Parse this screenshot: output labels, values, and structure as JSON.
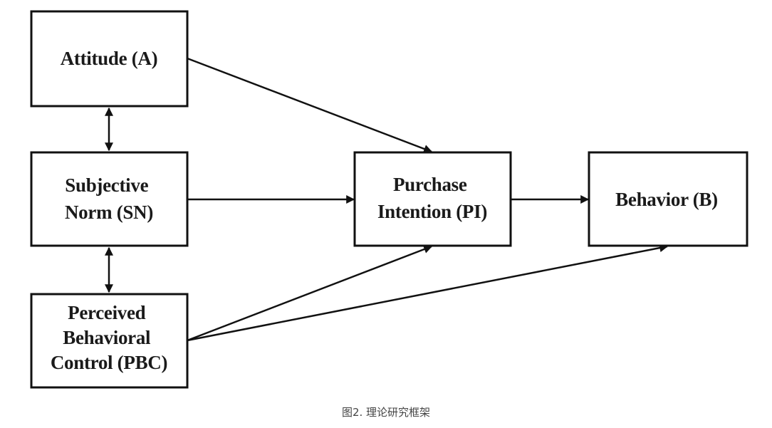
{
  "figure": {
    "caption": "图2. 理论研究框架",
    "line_color": "#111111",
    "background": "#ffffff"
  },
  "nodes": {
    "attitude": {
      "lines": [
        "Attitude (A)"
      ]
    },
    "subjective_norm": {
      "lines": [
        "Subjective",
        "Norm (SN)"
      ]
    },
    "pbc": {
      "lines": [
        "Perceived",
        "Behavioral",
        "Control (PBC)"
      ]
    },
    "purchase_intention": {
      "lines": [
        "Purchase",
        "Intention (PI)"
      ]
    },
    "behavior": {
      "lines": [
        "Behavior (B)"
      ]
    }
  },
  "edges": [
    {
      "from": "attitude",
      "to": "subjective_norm",
      "type": "bidirectional"
    },
    {
      "from": "subjective_norm",
      "to": "pbc",
      "type": "bidirectional"
    },
    {
      "from": "attitude",
      "to": "purchase_intention",
      "type": "directed"
    },
    {
      "from": "subjective_norm",
      "to": "purchase_intention",
      "type": "directed"
    },
    {
      "from": "pbc",
      "to": "purchase_intention",
      "type": "directed"
    },
    {
      "from": "purchase_intention",
      "to": "behavior",
      "type": "directed"
    },
    {
      "from": "pbc",
      "to": "behavior",
      "type": "directed"
    }
  ]
}
